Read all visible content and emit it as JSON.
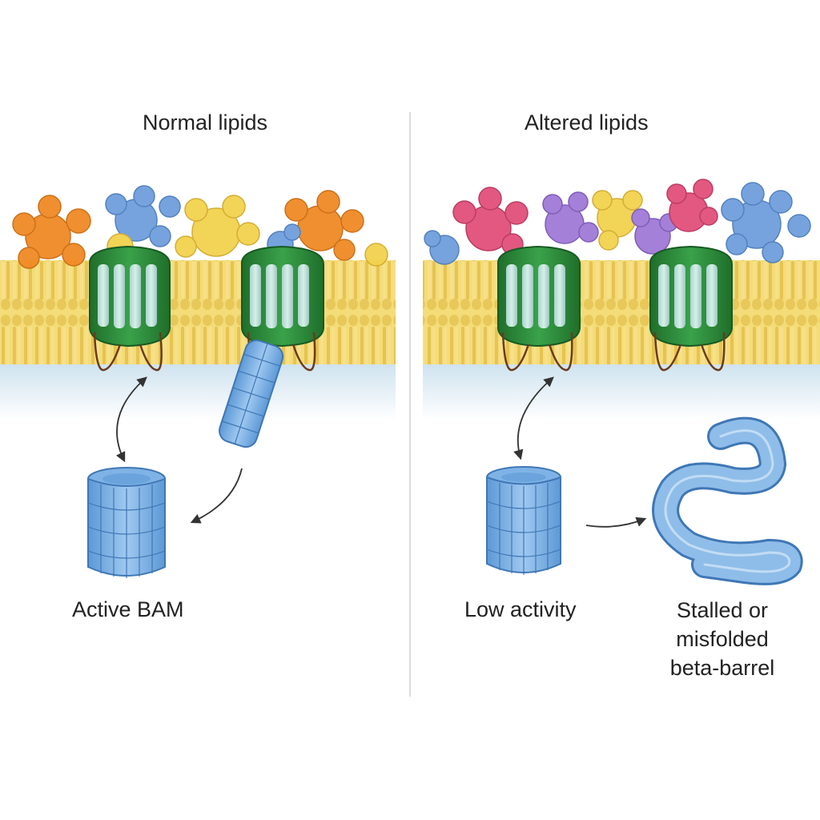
{
  "panels": {
    "left": {
      "title": "Normal lipids",
      "caption": "Active BAM"
    },
    "right": {
      "title": "Altered lipids",
      "caption_barrel": "Low activity",
      "caption_misfolded": "Stalled or misfolded beta-barrel"
    }
  },
  "colors": {
    "membrane": "#f2d76b",
    "membrane_dark": "#d9b54a",
    "bam_green": "#2f8a3a",
    "barrel_blue": "#7fb3e6",
    "lps_orange": "#f08a24",
    "lps_blue": "#6f9fdc",
    "lps_yellow": "#f2d24e",
    "lps_pink": "#e2507a",
    "lps_purple": "#a07ad8",
    "divider": "#cccccc"
  },
  "icons": [
    "lps-glycolipid-icon",
    "bam-complex-icon",
    "beta-barrel-icon",
    "misfolded-barrel-icon",
    "curved-arrow-icon"
  ]
}
